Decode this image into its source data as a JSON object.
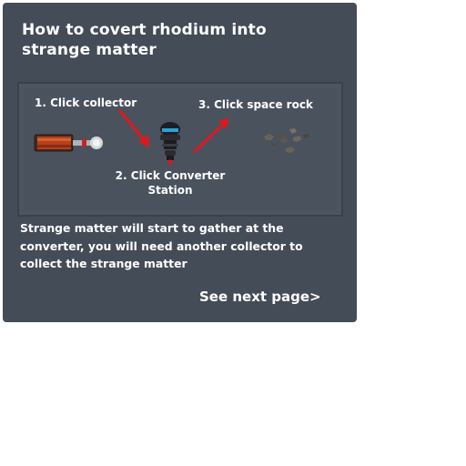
{
  "panel": {
    "title": "How to covert rhodium into strange matter",
    "steps": {
      "step1_label": "1. Click collector",
      "step2_label": "2. Click Converter Station",
      "step3_label": "3. Click space rock"
    },
    "description": "Strange matter will start to gather at the converter, you will need another collector to collect the strange matter",
    "next_page_label": "See next page>"
  },
  "icons": {
    "collector": "collector-icon",
    "converter": "converter-station-icon",
    "rocks": "space-rock-icon",
    "arrows": "arrow-icon"
  },
  "colors": {
    "panel_bg": "#444c57",
    "arrow": "#e0181c",
    "text": "#ffffff"
  }
}
